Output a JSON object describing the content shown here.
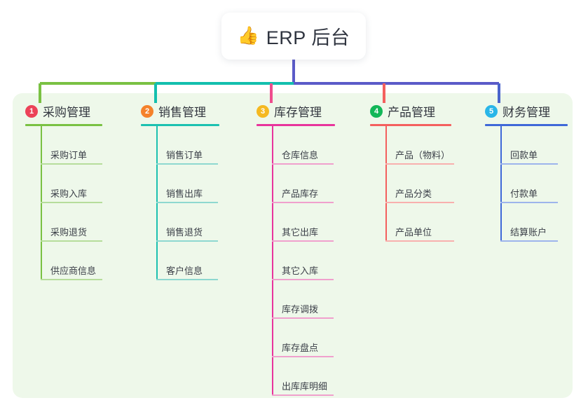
{
  "diagram": {
    "type": "mind-map",
    "root": {
      "icon": "thumbs-up-icon",
      "emoji": "👍",
      "title": "ERP 后台"
    },
    "panel_color": "#eef8ea",
    "trunk_color": "#5b5bc8",
    "branches": [
      {
        "index": "1",
        "label": "采购管理",
        "badge_color": "#ec4258",
        "line_color": "#7ac143",
        "leaf_line_color": "#b6dd9b",
        "connector_color": "#7ac143",
        "items": [
          "采购订单",
          "采购入库",
          "采购退货",
          "供应商信息"
        ]
      },
      {
        "index": "2",
        "label": "销售管理",
        "badge_color": "#f5822b",
        "line_color": "#1cc1b0",
        "leaf_line_color": "#8ed8d0",
        "connector_color": "#13bfae",
        "items": [
          "销售订单",
          "销售出库",
          "销售退货",
          "客户信息"
        ]
      },
      {
        "index": "3",
        "label": "库存管理",
        "badge_color": "#f5b921",
        "line_color": "#e8359c",
        "leaf_line_color": "#f0a0cd",
        "connector_color": "#ef4d8e",
        "items": [
          "仓库信息",
          "产品库存",
          "其它出库",
          "其它入库",
          "库存调拨",
          "库存盘点",
          "出库库明细"
        ]
      },
      {
        "index": "4",
        "label": "产品管理",
        "badge_color": "#12b758",
        "line_color": "#f4605e",
        "leaf_line_color": "#f8b0ae",
        "connector_color": "#f4605e",
        "items": [
          "产品（物料）",
          "产品分类",
          "产品单位"
        ]
      },
      {
        "index": "5",
        "label": "财务管理",
        "badge_color": "#29b6e8",
        "line_color": "#3f68d8",
        "leaf_line_color": "#9db4ec",
        "connector_color": "#4a63cc",
        "items": [
          "回款单",
          "付款单",
          "结算账户"
        ]
      }
    ]
  }
}
